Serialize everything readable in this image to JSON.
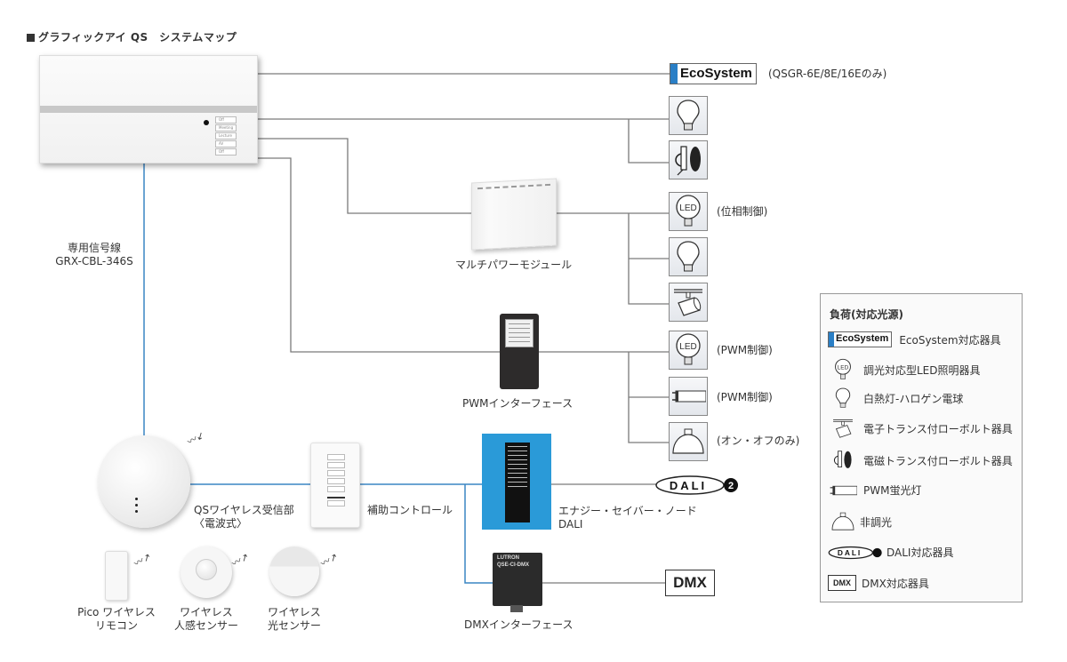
{
  "title": "グラフィックアイ QS　システムマップ",
  "processor": {
    "keys": [
      "Off",
      "Meeting",
      "Lecture",
      "AV",
      "Off"
    ]
  },
  "cable": {
    "line1": "専用信号線",
    "line2": "GRX-CBL-346S"
  },
  "ecosystem": {
    "badge": "EcoSystem",
    "note": "(QSGR-6E/8E/16Eのみ)"
  },
  "modules": {
    "multi_power": "マルチパワーモジュール",
    "pwm_interface": "PWMインターフェース",
    "esn_line1": "エナジー・セイバー・ノード",
    "esn_line2": "DALI",
    "dmx_interface": "DMXインターフェース",
    "dmx_device_label": "QSE-CI-DMX",
    "dmx_brand": "LUTRON"
  },
  "load_notes": {
    "led_phase": "(位相制御)",
    "led_pwm": "(PWM制御)",
    "fluor_pwm": "(PWM制御)",
    "onoff": "(オン・オフのみ)"
  },
  "wireless": {
    "receiver_line1": "QSワイヤレス受信部",
    "receiver_line2": "〈電波式〉",
    "aux_control": "補助コントロール",
    "pico_line1": "Pico ワイヤレス",
    "pico_line2": "リモコン",
    "occ_line1": "ワイヤレス",
    "occ_line2": "人感センサー",
    "day_line1": "ワイヤレス",
    "day_line2": "光センサー"
  },
  "dali_badge": "DALI",
  "dali_version": "2",
  "dmx_badge": "DMX",
  "legend": {
    "title": "負荷(対応光源)",
    "items": [
      {
        "icon": "ecosystem-icon",
        "label": "EcoSystem対応器具"
      },
      {
        "icon": "led-bulb-icon",
        "label": "調光対応型LED照明器具"
      },
      {
        "icon": "incandescent-bulb-icon",
        "label": "白熱灯-ハロゲン電球"
      },
      {
        "icon": "track-spot-icon",
        "label": "電子トランス付ローボルト器具"
      },
      {
        "icon": "magnetic-spot-icon",
        "label": "電磁トランス付ローボルト器具"
      },
      {
        "icon": "fluorescent-tube-icon",
        "label": "PWM蛍光灯"
      },
      {
        "icon": "dome-lamp-icon",
        "label": "非調光"
      },
      {
        "icon": "dali-icon",
        "label": "DALI対応器具"
      },
      {
        "icon": "dmx-icon",
        "label": "DMX対応器具"
      }
    ]
  },
  "colors": {
    "wire": "#7a7a7a",
    "signal_wire": "#3a85c4",
    "esn_blue": "#2a9ad8",
    "lutron_blue": "#2a7fc6"
  }
}
